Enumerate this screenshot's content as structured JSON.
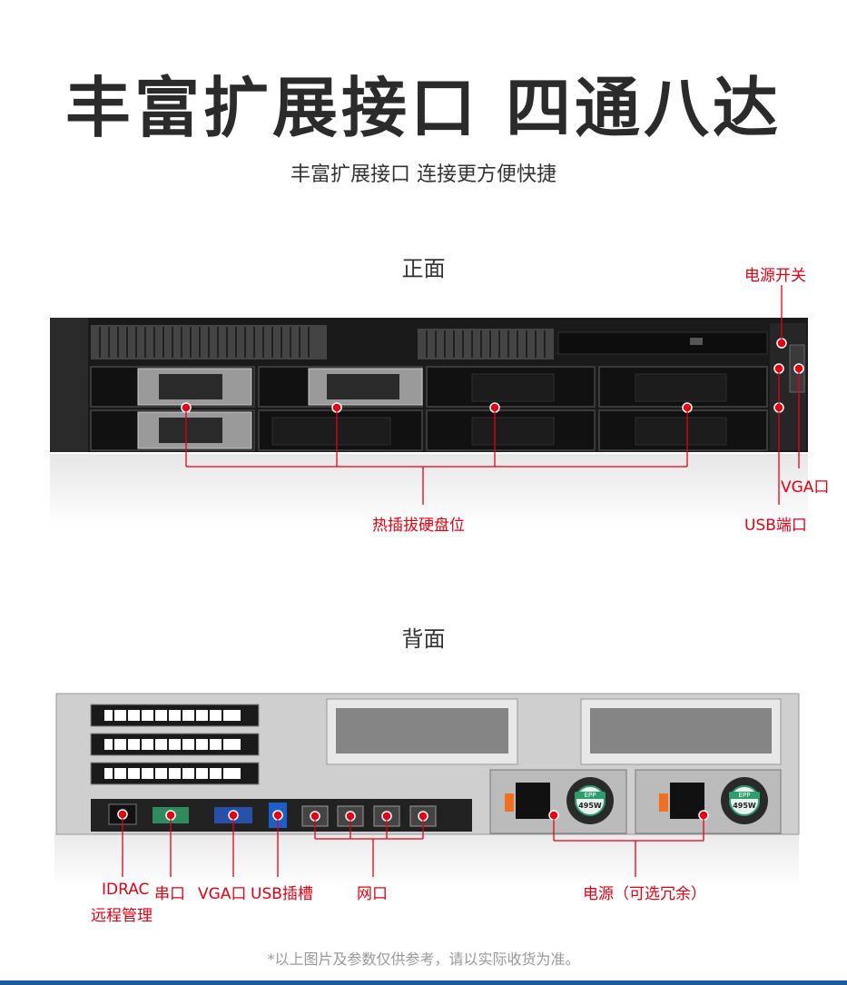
{
  "header": {
    "title": "丰富扩展接口 四通八达",
    "subtitle": "丰富扩展接口 连接更方便快捷"
  },
  "front": {
    "section_label": "正面",
    "labels": {
      "power_switch": "电源开关",
      "vga": "VGA口",
      "usb": "USB端口",
      "hot_swap": "热插拔硬盘位"
    }
  },
  "rear": {
    "section_label": "背面",
    "labels": {
      "idrac": "IDRAC",
      "idrac_sub": "远程管理",
      "serial": "串口",
      "vga": "VGA口",
      "usb": "USB插槽",
      "network": "网口",
      "power": "电源（可选冗余）"
    },
    "psu_badge": "EPP",
    "psu_watt": "495W"
  },
  "footer": {
    "note": "*以上图片及参数仅供参考，请以实际收货为准。"
  },
  "colors": {
    "accent": "#e60012",
    "chassis": "#1a1a1a",
    "bottom_bar": "#1e5aa0"
  }
}
